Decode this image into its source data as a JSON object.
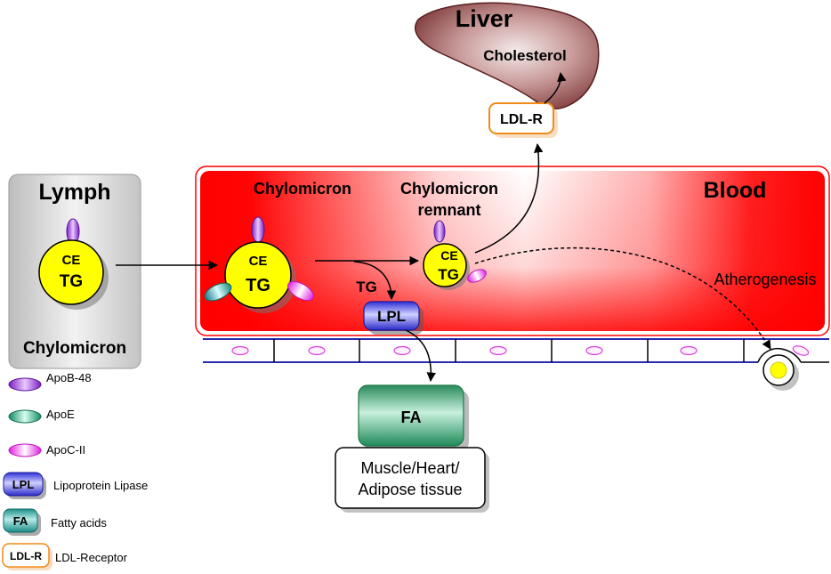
{
  "liver": {
    "title": "Liver",
    "cholesterol": "Cholesterol"
  },
  "ldlr_tag": "LDL-R",
  "lymph": {
    "title": "Lymph",
    "particle_ce": "CE",
    "particle_tg": "TG",
    "caption": "Chylomicron"
  },
  "blood": {
    "title": "Blood",
    "chylomicron_label": "Chylomicron",
    "chylomicron_ce": "CE",
    "chylomicron_tg": "TG",
    "remnant_label_line1": "Chylomicron",
    "remnant_label_line2": "remnant",
    "remnant_ce": "CE",
    "remnant_tg": "TG",
    "tg_label": "TG",
    "lpl_label": "LPL",
    "atherogenesis": "Atherogenesis"
  },
  "fa_box": "FA",
  "tissue": {
    "line1": "Muscle/Heart/",
    "line2": "Adipose tissue"
  },
  "legend": [
    {
      "key": "apob48",
      "label": "ApoB-48",
      "icon": "purple-ellipse-icon"
    },
    {
      "key": "apoe",
      "label": "ApoE",
      "icon": "green-ellipse-icon"
    },
    {
      "key": "apoc2",
      "label": "ApoC-II",
      "icon": "pink-ellipse-icon"
    },
    {
      "key": "lpl",
      "tag": "LPL",
      "label": "Lipoprotein Lipase",
      "icon": "blue-box-icon"
    },
    {
      "key": "fa",
      "tag": "FA",
      "label": "Fatty acids",
      "icon": "teal-box-icon"
    },
    {
      "key": "ldlr",
      "tag": "LDL-R",
      "label": "LDL-Receptor",
      "icon": "orange-box-icon"
    }
  ],
  "colors": {
    "blood_red": "#ff0000",
    "particle_yellow": "#ffff00",
    "apob48": "#9b30d9",
    "apoe": "#1aa07a",
    "apoc2": "#ff55ff",
    "lpl_blue": "#3a3ae0",
    "fa_green": "#1f9e6e",
    "ldlr_orange": "#f08a1a",
    "liver_brown": "#8a3a3a",
    "vessel_line": "#2a2ab0"
  }
}
